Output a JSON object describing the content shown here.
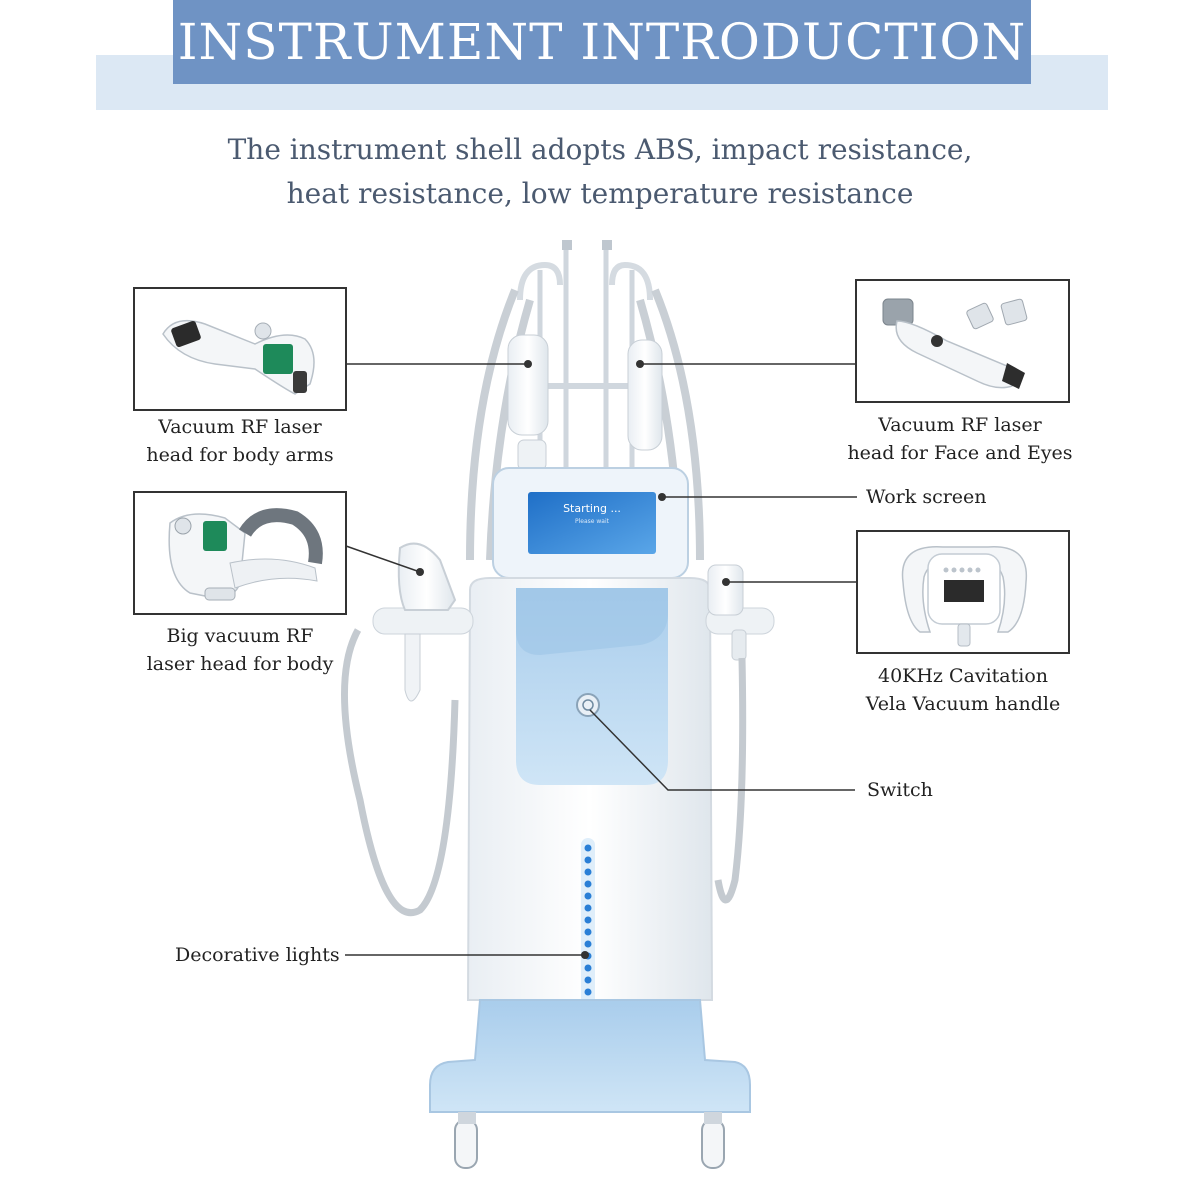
{
  "header": {
    "title": "INSTRUMENT INTRODUCTION"
  },
  "subtitle": {
    "line1": "The instrument shell adopts ABS, impact resistance,",
    "line2": "heat resistance, low temperature resistance"
  },
  "screen": {
    "line1": "Starting ...",
    "line2": "Please wait"
  },
  "callouts": {
    "body_arms": "Vacuum RF laser\nhead for body arms",
    "face_eyes": "Vacuum RF laser\nhead for Face and Eyes",
    "work_screen": "Work screen",
    "big_body": "Big vacuum RF\nlaser head for body",
    "cavitation": "40KHz Cavitation\nVela Vacuum handle",
    "switch": "Switch",
    "lights": "Decorative lights"
  },
  "colors": {
    "header_bg": "#6f93c4",
    "band_bg": "#dce8f4",
    "machine_blue": "#bcd9ef",
    "light_blue": "#2a7fd6"
  }
}
